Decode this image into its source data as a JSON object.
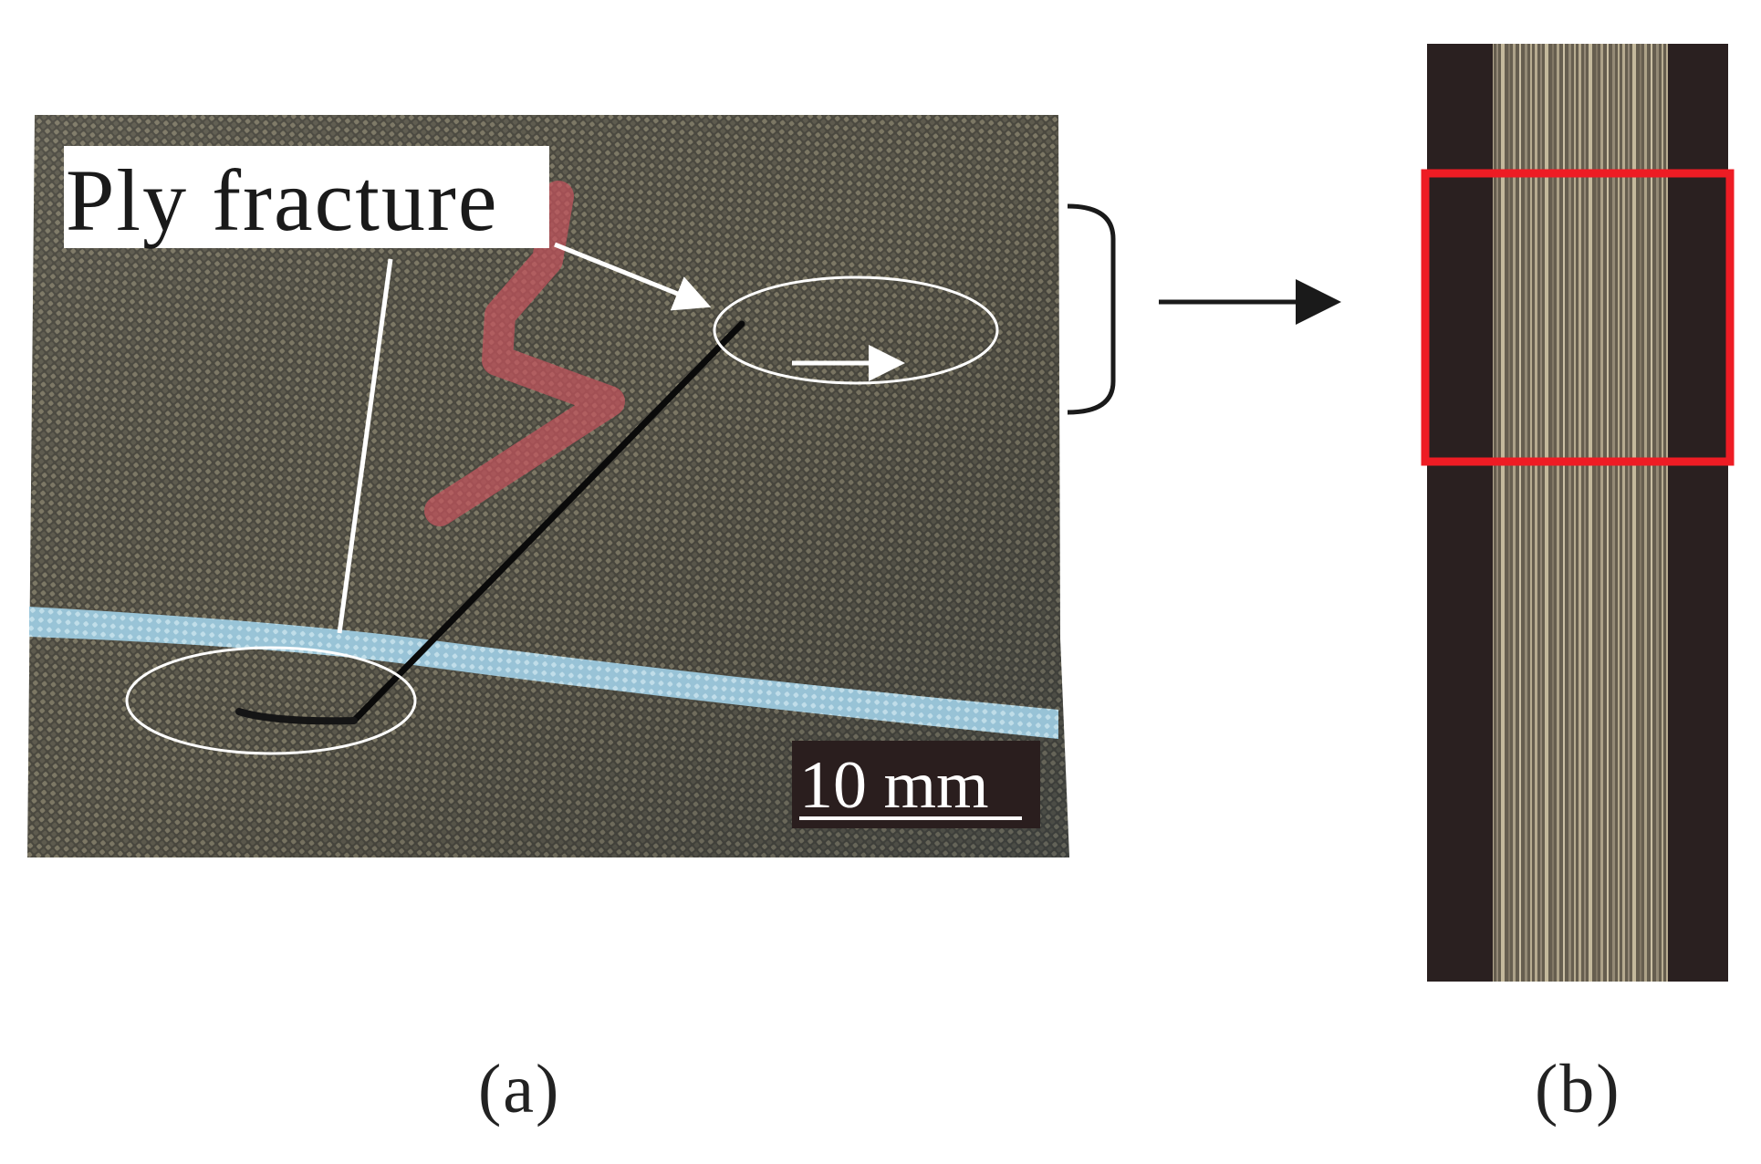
{
  "panel_a": {
    "annotation_label": "Ply fracture",
    "scale_bar_label": "10 mm",
    "caption": "(a)"
  },
  "panel_b": {
    "caption": "(b)"
  },
  "colors": {
    "fabric_base": "#4f4d44",
    "fabric_highlight": "#8a8470",
    "pink_marker": "#c8545e",
    "blue_marker": "#a8d4e8",
    "crack_line": "#0a0a0a",
    "ellipse_outline": "#ffffff",
    "cross_section_dark": "#2a2020",
    "cross_section_fiber": "#a89c82",
    "highlight_box": "#ee1c24",
    "arrow_black": "#1a1a1a"
  }
}
